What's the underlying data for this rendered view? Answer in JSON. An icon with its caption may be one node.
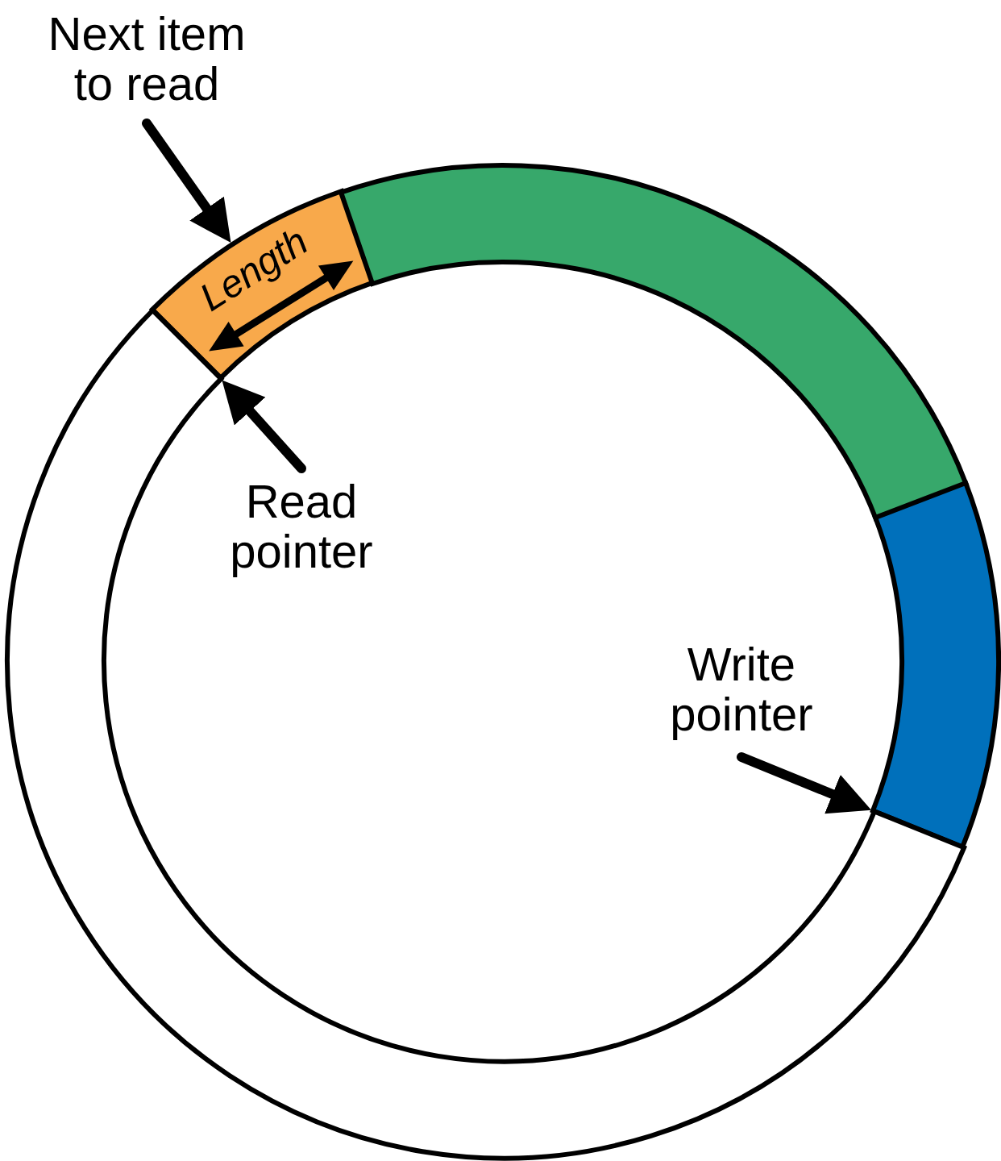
{
  "diagram": {
    "nodes": [
      {
        "text": [
          "Next item to read"
        ]
      },
      {
        "text": [
          "Length"
        ]
      },
      {
        "text": [],
        "shape": "arc"
      },
      {
        "text": [],
        "shape": "arc"
      },
      {
        "text": [],
        "shape": "arc"
      },
      {
        "text": [
          "Read pointer"
        ]
      },
      {
        "text": [
          "Write pointer"
        ]
      }
    ],
    "edges": [
      {
        "from": 0,
        "to": 1,
        "arrow": "to"
      },
      {
        "from": 5,
        "to": 1,
        "arrow": "to"
      },
      {
        "from": 6,
        "to": 4,
        "arrow": "to"
      }
    ]
  }
}
